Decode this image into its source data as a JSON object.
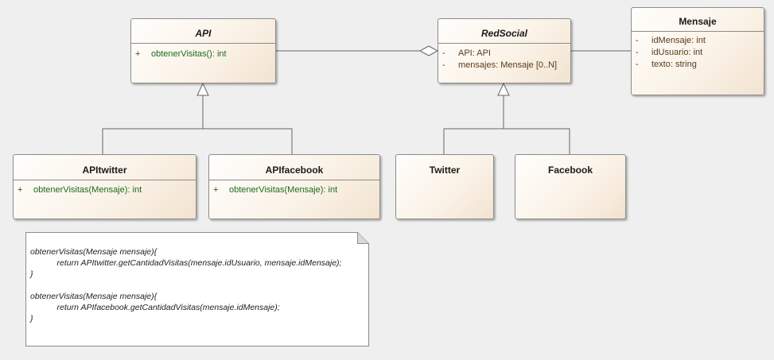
{
  "classes": {
    "api": {
      "name": "API",
      "members": [
        {
          "vis": "+",
          "text": "obtenerVisitas(): int"
        }
      ]
    },
    "redsocial": {
      "name": "RedSocial",
      "members": [
        {
          "vis": "-",
          "text": "API: API"
        },
        {
          "vis": "-",
          "text": "mensajes: Mensaje [0..N]"
        }
      ]
    },
    "mensaje": {
      "name": "Mensaje",
      "members": [
        {
          "vis": "-",
          "text": "idMensaje: int"
        },
        {
          "vis": "-",
          "text": "idUsuario: int"
        },
        {
          "vis": "-",
          "text": "texto: string"
        }
      ]
    },
    "apitwitter": {
      "name": "APItwitter",
      "members": [
        {
          "vis": "+",
          "text": "obtenerVisitas(Mensaje): int"
        }
      ]
    },
    "apifacebook": {
      "name": "APIfacebook",
      "members": [
        {
          "vis": "+",
          "text": "obtenerVisitas(Mensaje): int"
        }
      ]
    },
    "twitter": {
      "name": "Twitter"
    },
    "facebook": {
      "name": "Facebook"
    }
  },
  "note": {
    "line1": "obtenerVisitas(Mensaje mensaje){",
    "line2": "return APItwitter.getCantidadVisitas(mensaje.idUsuario, mensaje.idMensaje);",
    "line3": "}",
    "line4": "obtenerVisitas(Mensaje mensaje){",
    "line5": "return APIfacebook.getCantidadVisitas(mensaje.idMensaje);",
    "line6": "}"
  }
}
